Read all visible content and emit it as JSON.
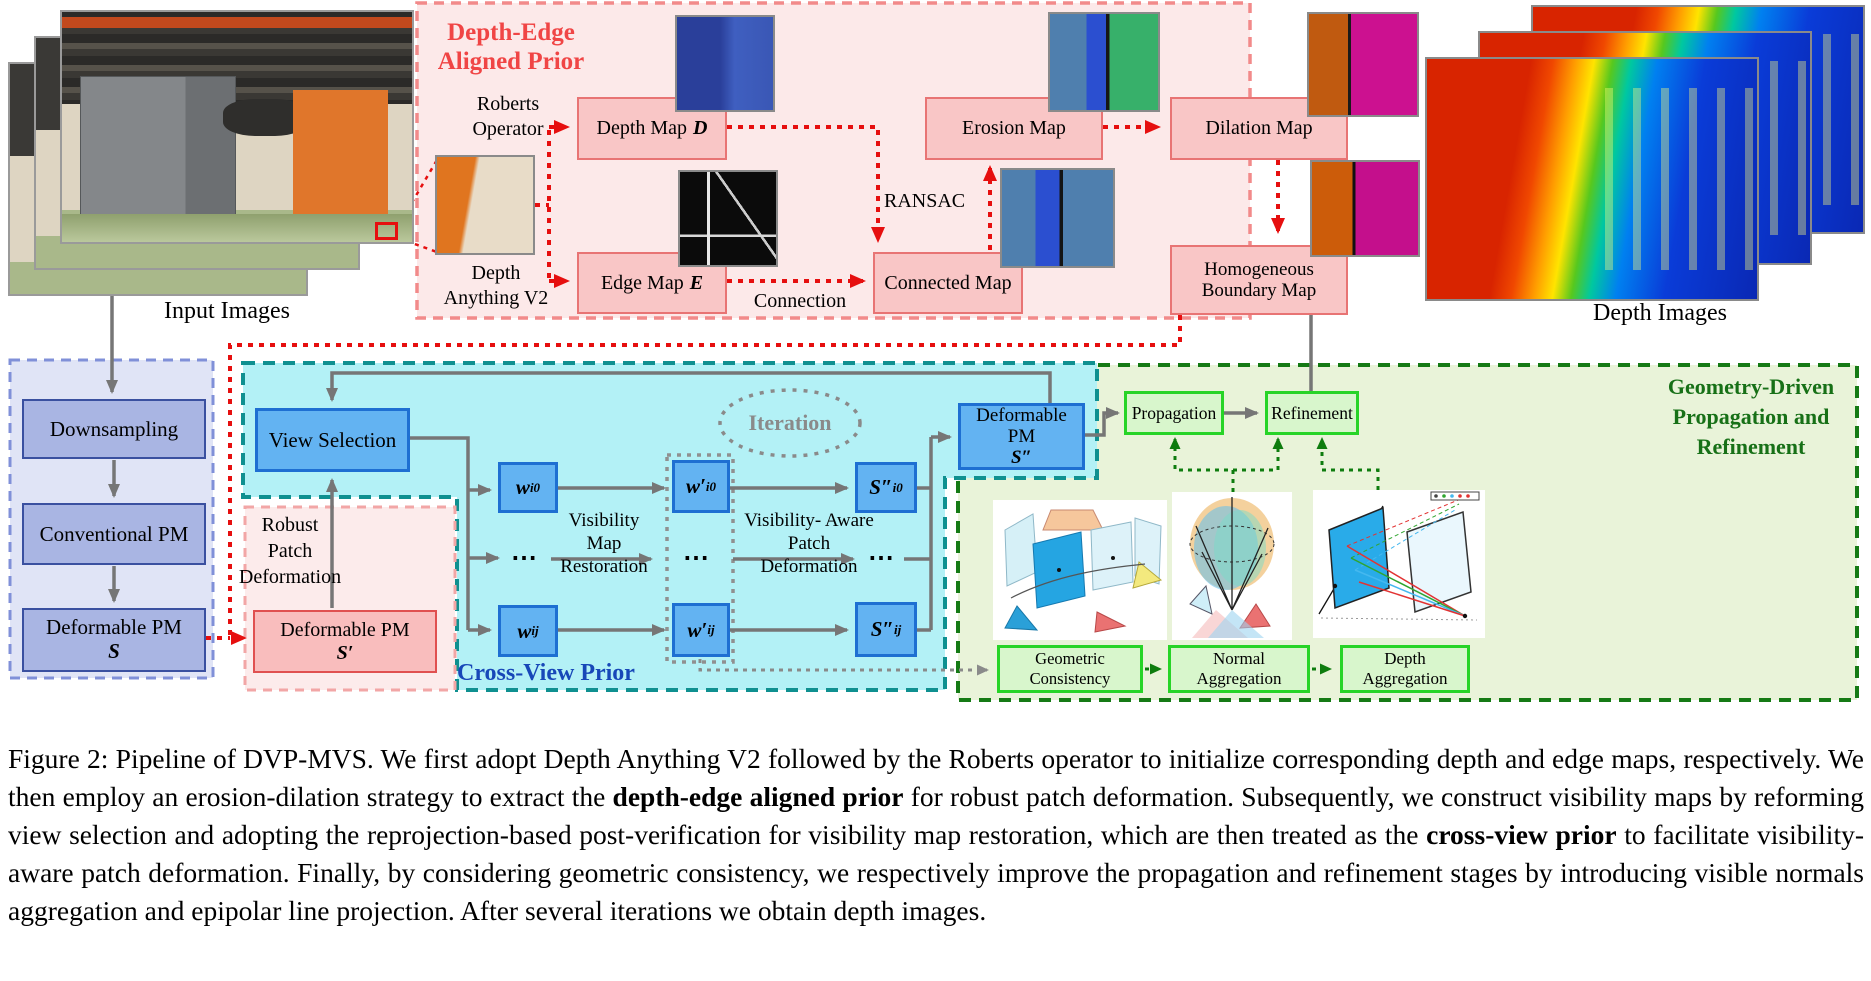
{
  "diagram": {
    "input_images_label": "Input Images",
    "depth_images_label": "Depth Images",
    "prior": {
      "title1": "Depth-Edge",
      "title2": "Aligned Prior",
      "roberts1": "Roberts",
      "roberts2": "Operator",
      "depth_anything1": "Depth",
      "depth_anything2": "Anything V2",
      "depth_map": "Depth Map",
      "depth_map_sym": "D",
      "edge_map": "Edge Map",
      "edge_map_sym": "E",
      "ransac": "RANSAC",
      "connection": "Connection",
      "connected_map": "Connected Map",
      "erosion_map": "Erosion Map",
      "dilation_map": "Dilation Map",
      "homog1": "Homogeneous",
      "homog2": "Boundary Map"
    },
    "left": {
      "downsampling": "Downsampling",
      "conventional": "Conventional PM",
      "deformable": "Deformable PM",
      "deformable_sym": "S"
    },
    "robust": {
      "l1": "Robust",
      "l2": "Patch",
      "l3": "Deformation",
      "box_line1": "Deformable PM",
      "box_sym": "S′"
    },
    "cross": {
      "title": "Cross-View Prior",
      "view_selection": "View Selection",
      "iteration": "Iteration",
      "dots": "⋯",
      "w_i0": {
        "base": "w",
        "sub": "i0"
      },
      "wp_i0": {
        "base": "w′",
        "sub": "i0"
      },
      "s_i0": {
        "base": "S″",
        "sub": "i0"
      },
      "w_ij": {
        "base": "w",
        "sub": "ij"
      },
      "wp_ij": {
        "base": "w′",
        "sub": "ij"
      },
      "s_ij": {
        "base": "S″",
        "sub": "ij"
      },
      "vis1": "Visibility",
      "vis2": "Map",
      "vis3": "Restoration",
      "va1": "Visibility- Aware",
      "va2": "Patch",
      "va3": "Deformation",
      "pm2_line1": "Deformable PM",
      "pm2_sym": "S″"
    },
    "geo": {
      "title1": "Geometry-Driven",
      "title2": "Propagation and",
      "title3": "Refinement",
      "propagation": "Propagation",
      "refinement": "Refinement",
      "geometric_consistency": "Geometric Consistency",
      "normal_aggregation": "Normal Aggregation",
      "depth_aggregation": "Depth Aggregation"
    }
  },
  "caption": {
    "part1": "Figure 2: Pipeline of DVP-MVS. We first adopt Depth Anything V2 followed by the Roberts operator to initialize corresponding depth and edge maps, respectively. We then employ an erosion-dilation strategy to extract the ",
    "bold1": "depth-edge aligned prior",
    "part2": " for robust patch deformation. Subsequently, we construct visibility maps by reforming view selection and adopting the reprojection-based post-verification for visibility map restoration, which are then treated as the ",
    "bold2": "cross-view prior",
    "part3": " to facilitate visibility-aware patch deformation. Finally, by considering geometric consistency, we respectively improve the propagation and refinement stages by introducing visible normals aggregation and epipolar line projection. After several iterations we obtain depth images."
  },
  "colors": {
    "accent_red": "#e60f0f",
    "prior_pink_bg": "#fce9e9",
    "prior_box_pink": "#f9c6c6",
    "cyan_bg": "#b3f1f6",
    "teal_border": "#0f9090",
    "blue_box": "#63b3f2",
    "left_blue_box": "#a9b5e3",
    "green_bg": "#e9f3d9",
    "green_box_border": "#27d427",
    "dark_green": "#157a15",
    "cross_title_blue": "#1747b8",
    "gray_arrow": "#767676"
  }
}
